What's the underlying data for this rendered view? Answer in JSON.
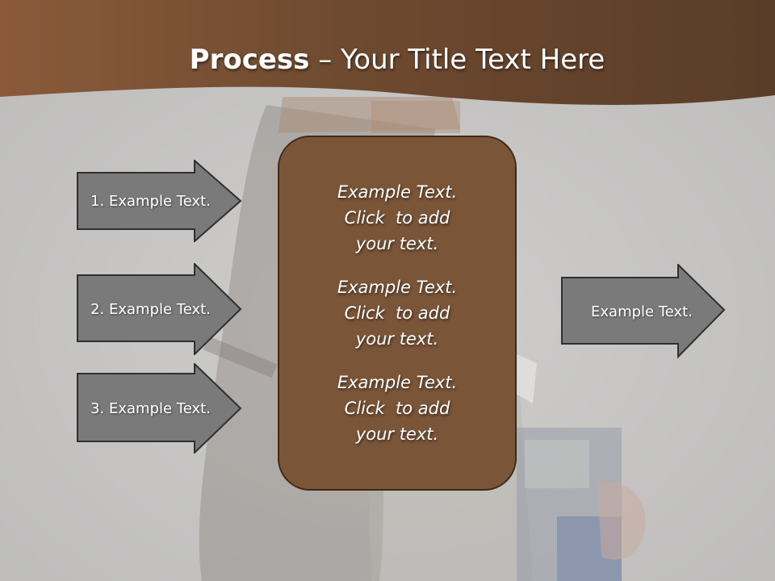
{
  "title": {
    "bold": "Process",
    "separator": " – ",
    "rest": "Your Title Text Here"
  },
  "left_arrows": [
    {
      "label": "1. Example Text."
    },
    {
      "label": "2. Example Text."
    },
    {
      "label": "3. Example Text."
    }
  ],
  "center_box": {
    "items": [
      {
        "line1": "Example Text.",
        "line2": "Click  to add",
        "line3": "your text."
      },
      {
        "line1": "Example Text.",
        "line2": "Click  to add",
        "line3": "your text."
      },
      {
        "line1": "Example Text.",
        "line2": "Click  to add",
        "line3": "your text."
      }
    ]
  },
  "right_arrow": {
    "label": "Example Text."
  },
  "colors": {
    "header_brown": "#6e4a2f",
    "box_brown": "#7b5538",
    "arrow_gray": "#7a7a7a",
    "background": "#c9c8c7"
  },
  "icons": [
    "right-arrow-shape"
  ]
}
